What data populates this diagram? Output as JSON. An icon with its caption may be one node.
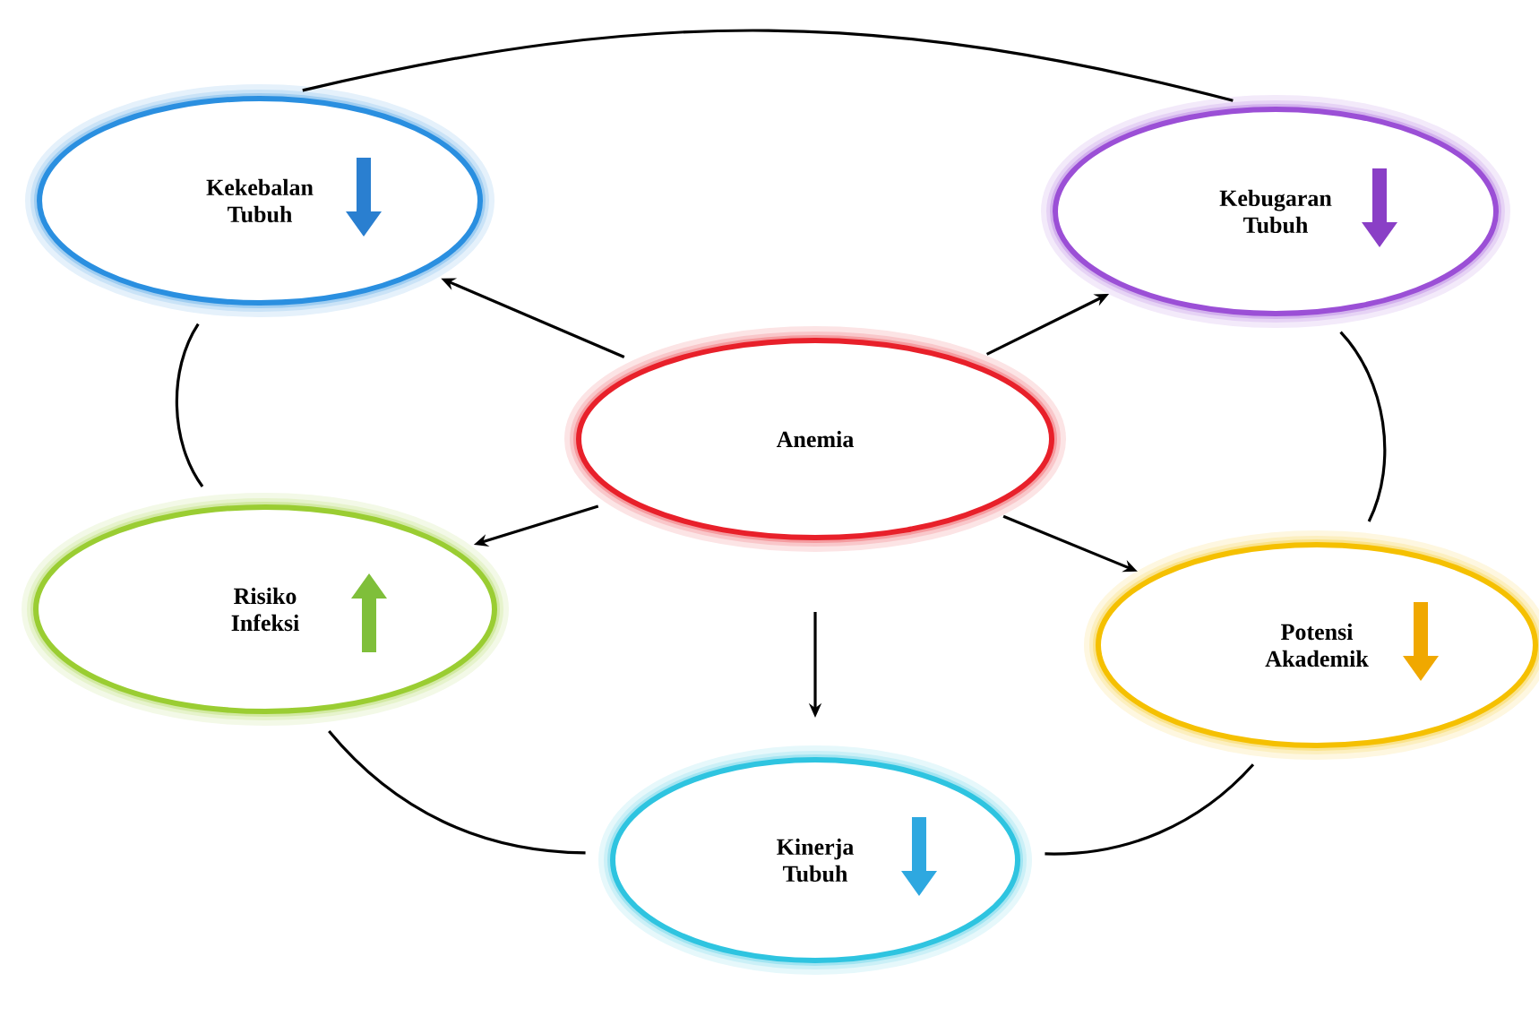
{
  "diagram": {
    "nodes": [
      {
        "text": [
          "Anemia"
        ]
      },
      {
        "text": [
          "Kekebalan Tubuh"
        ]
      },
      {
        "text": [
          "Kebugaran Tubuh"
        ]
      },
      {
        "text": [
          "Risiko Infeksi"
        ]
      },
      {
        "text": [
          "Potensi Akademik"
        ]
      },
      {
        "text": [
          "Kinerja Tubuh"
        ]
      }
    ],
    "edges": [
      {
        "from": 0,
        "to": 1,
        "arrow": "to"
      },
      {
        "from": 0,
        "to": 2,
        "arrow": "to"
      },
      {
        "from": 0,
        "to": 3,
        "arrow": "to"
      },
      {
        "from": 0,
        "to": 4,
        "arrow": "to"
      },
      {
        "from": 0,
        "to": 5,
        "arrow": "to"
      },
      {
        "from": 1,
        "to": 2,
        "arrow": "none"
      },
      {
        "from": 1,
        "to": 3,
        "arrow": "none"
      },
      {
        "from": 2,
        "to": 4,
        "arrow": "none"
      },
      {
        "from": 3,
        "to": 5,
        "arrow": "none"
      },
      {
        "from": 5,
        "to": 4,
        "arrow": "none"
      }
    ]
  }
}
